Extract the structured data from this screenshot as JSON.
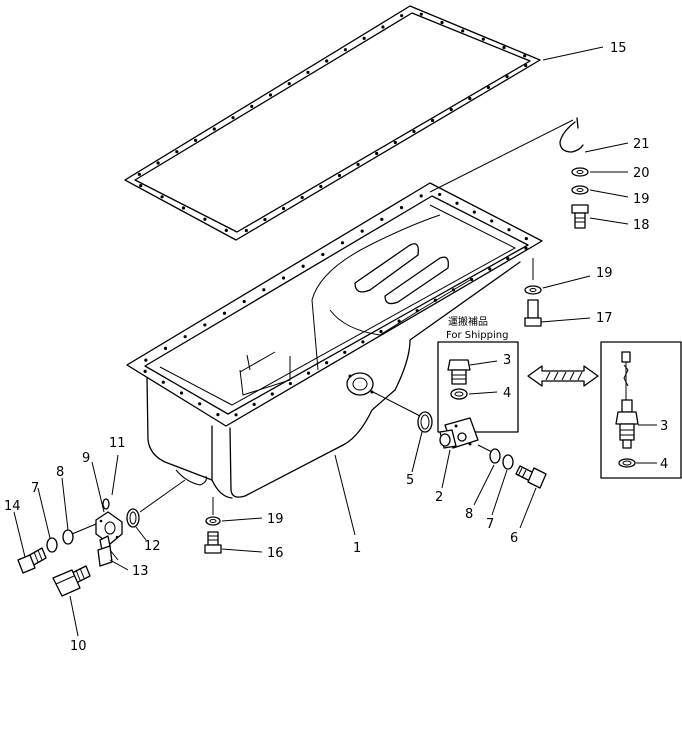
{
  "shipping_note": {
    "jp": "運搬補品",
    "en": "For Shipping"
  },
  "callouts": {
    "c1": "1",
    "c2": "2",
    "c3a": "3",
    "c3b": "3",
    "c4a": "4",
    "c4b": "4",
    "c5": "5",
    "c6": "6",
    "c7a": "7",
    "c7b": "7",
    "c8a": "8",
    "c8b": "8",
    "c9": "9",
    "c10": "10",
    "c11": "11",
    "c12": "12",
    "c13": "13",
    "c14": "14",
    "c15": "15",
    "c16": "16",
    "c17": "17",
    "c18": "18",
    "c19a": "19",
    "c19b": "19",
    "c19c": "19",
    "c20": "20",
    "c21": "21"
  }
}
